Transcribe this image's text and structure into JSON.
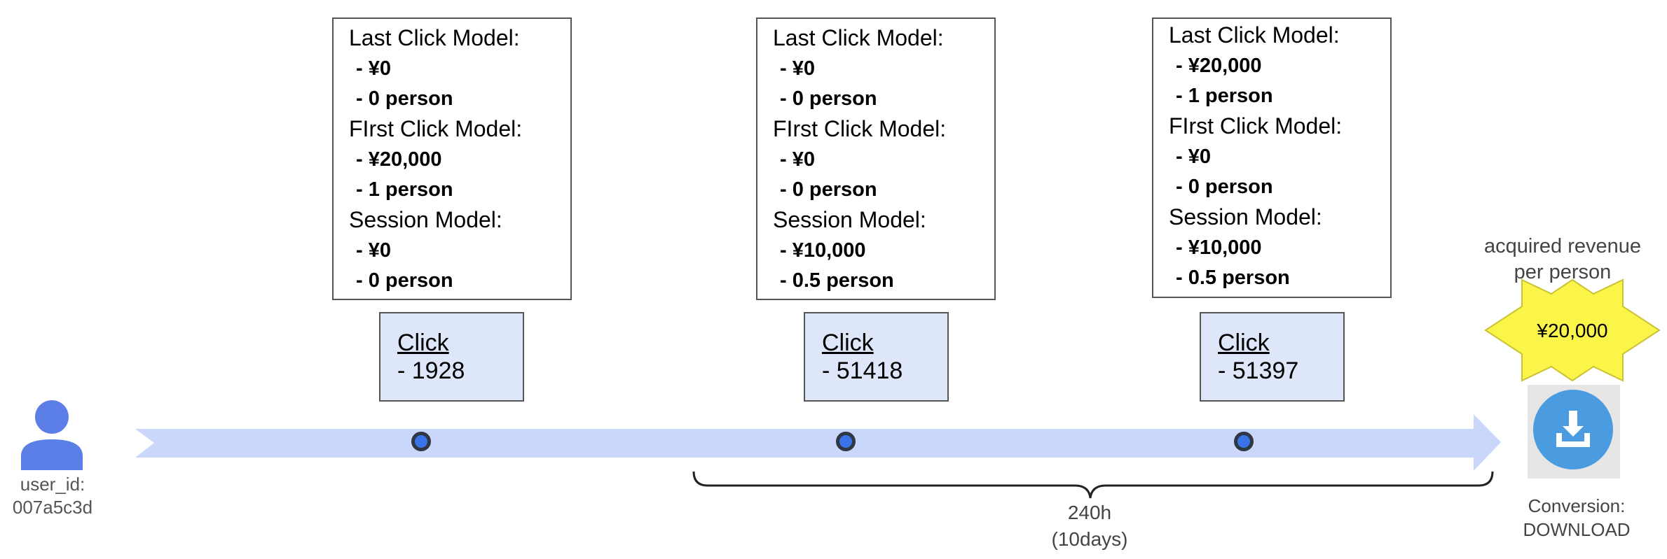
{
  "user": {
    "label_line1": "user_id:",
    "label_line2": "007a5c3d"
  },
  "touchpoints": [
    {
      "callout_title": "Click",
      "callout_value": "- 1928",
      "models": [
        {
          "name": "Last Click Model:",
          "revenue": "- ¥0",
          "persons": "- 0 person"
        },
        {
          "name": "FIrst Click Model:",
          "revenue": "- ¥20,000",
          "persons": "- 1 person"
        },
        {
          "name": "Session Model:",
          "revenue": "- ¥0",
          "persons": "- 0 person"
        }
      ]
    },
    {
      "callout_title": "Click",
      "callout_value": "- 51418",
      "models": [
        {
          "name": "Last Click Model:",
          "revenue": "- ¥0",
          "persons": "- 0 person"
        },
        {
          "name": "FIrst Click Model:",
          "revenue": "- ¥0",
          "persons": "- 0 person"
        },
        {
          "name": "Session Model:",
          "revenue": "- ¥10,000",
          "persons": "- 0.5 person"
        }
      ]
    },
    {
      "callout_title": "Click",
      "callout_value": "- 51397",
      "models": [
        {
          "name": "Last Click Model:",
          "revenue": "- ¥20,000",
          "persons": "- 1 person"
        },
        {
          "name": "FIrst Click Model:",
          "revenue": "- ¥0",
          "persons": "- 0 person"
        },
        {
          "name": "Session Model:",
          "revenue": "- ¥10,000",
          "persons": "- 0.5 person"
        }
      ]
    }
  ],
  "duration": {
    "line1": "240h",
    "line2": "(10days)"
  },
  "revenue": {
    "caption_line1": "acquired revenue",
    "caption_line2": "per person",
    "value": "¥20,000"
  },
  "conversion": {
    "label_line1": "Conversion:",
    "label_line2": "DOWNLOAD"
  },
  "icons": {
    "user": "person-icon",
    "conversion": "download-icon",
    "revenue": "star-burst"
  },
  "colors": {
    "timeline": "#cad6fa",
    "callout_fill": "#dee6fa",
    "dot": "#3a73e8",
    "star": "#fbf54a",
    "person_icon": "#5b7fe6",
    "download_circle": "#4a9be0"
  }
}
